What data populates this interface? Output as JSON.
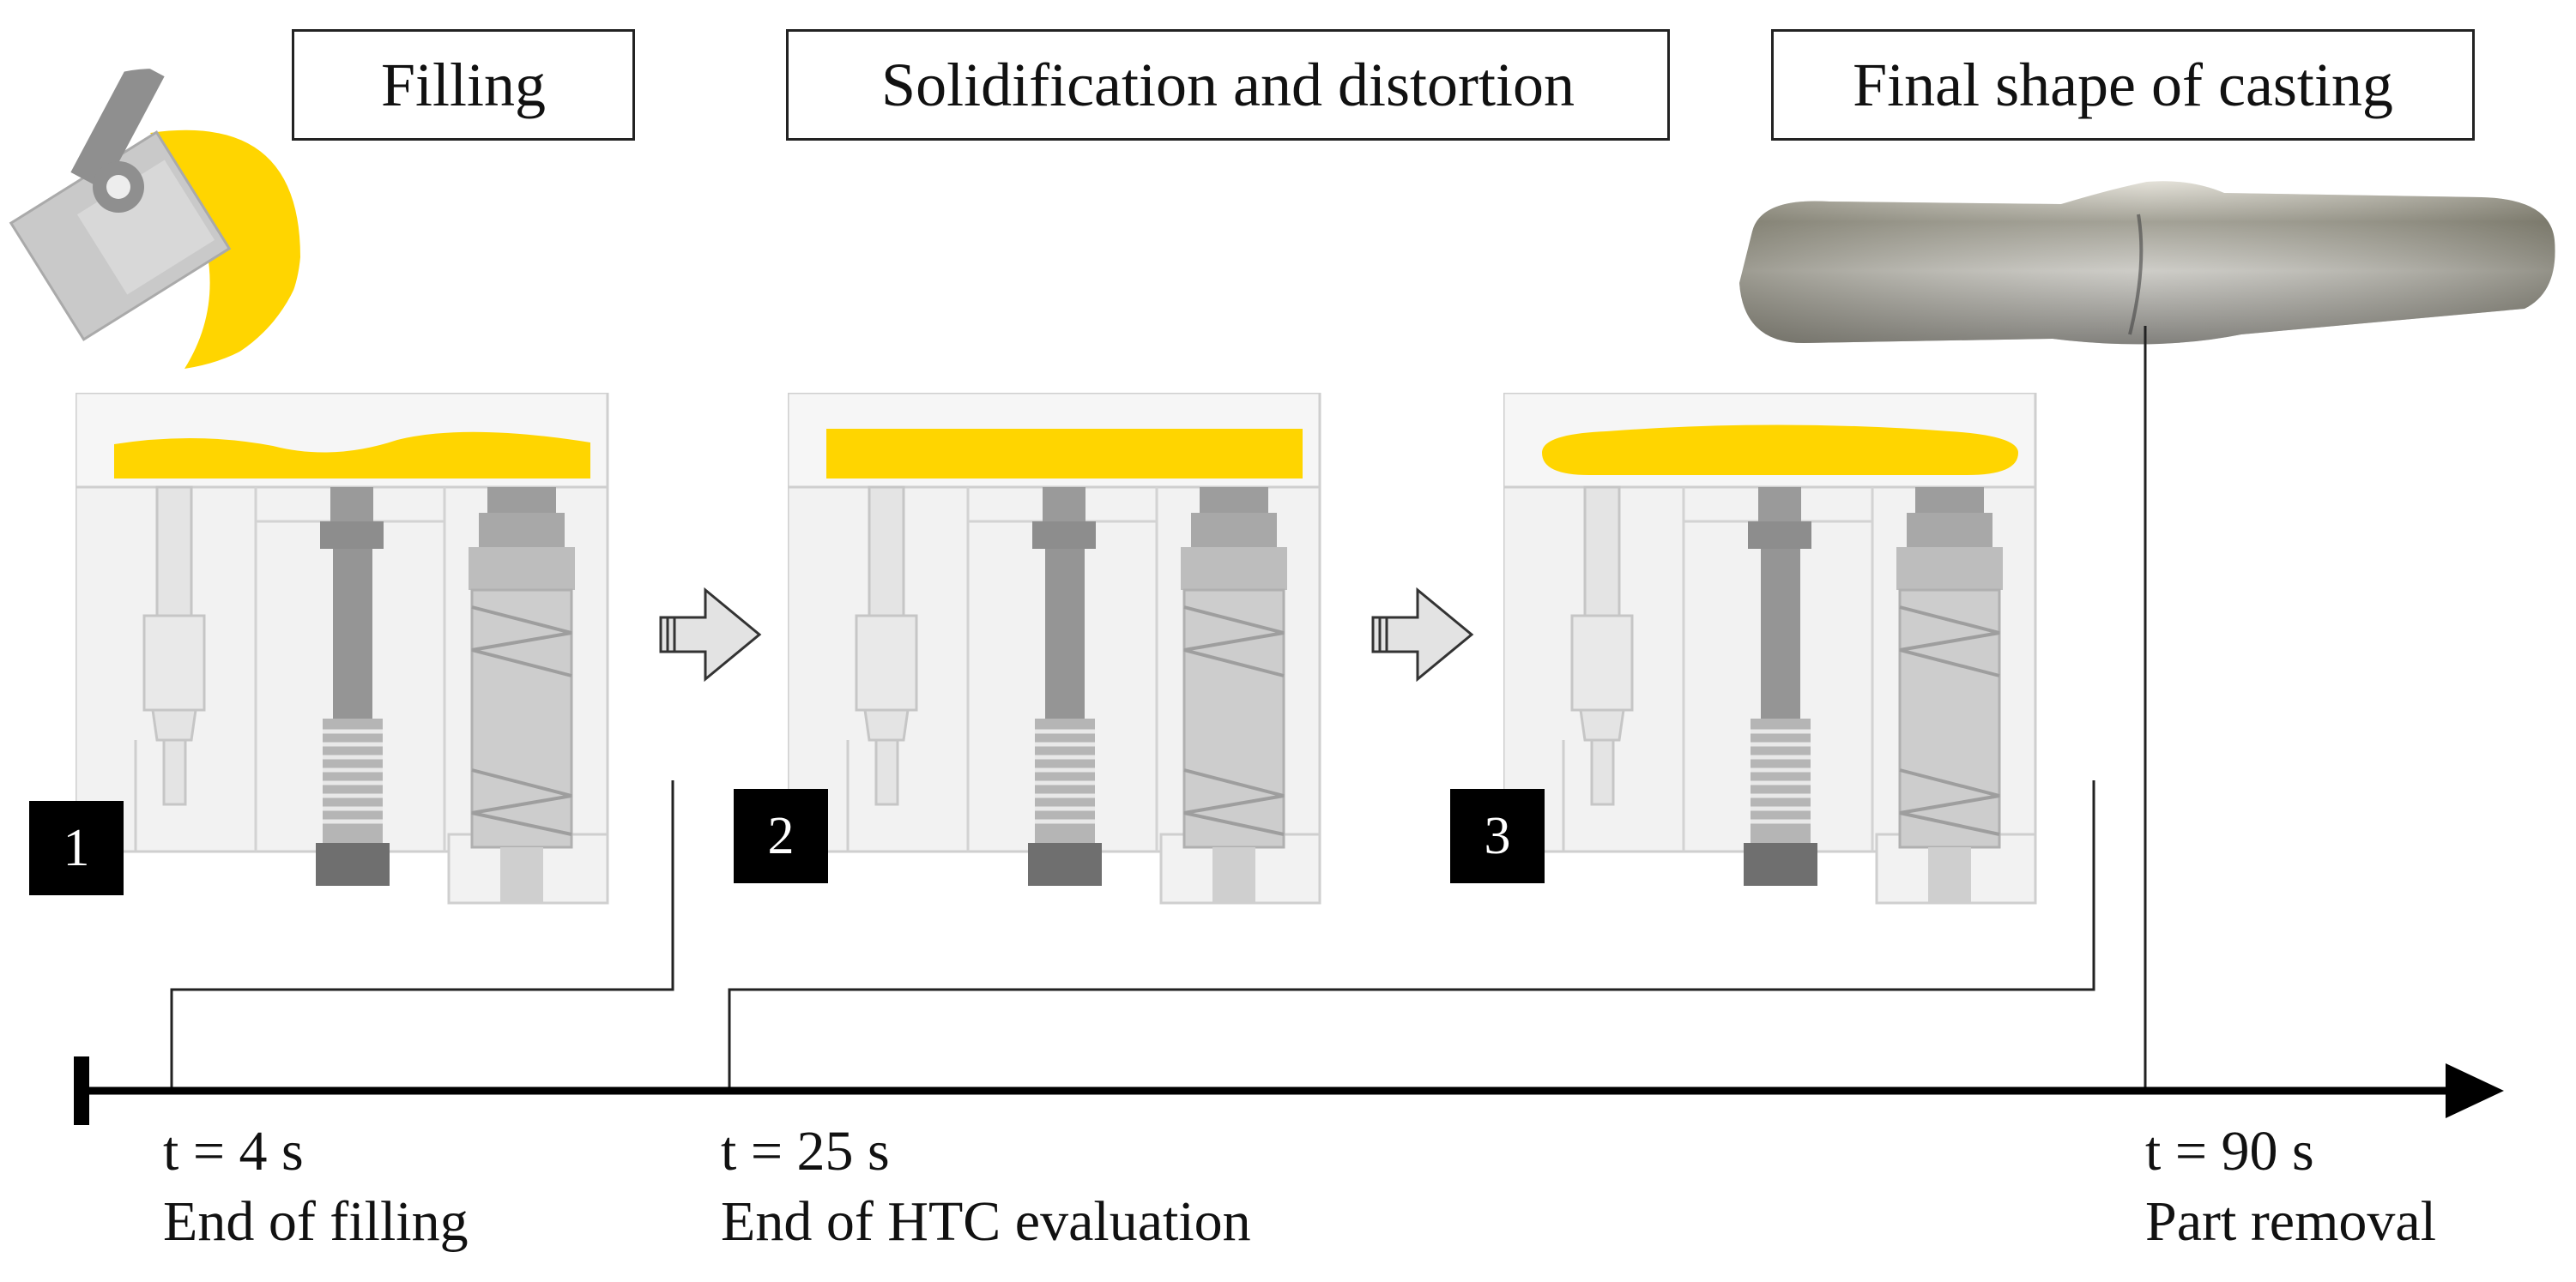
{
  "headers": {
    "filling": "Filling",
    "solidification": "Solidification and distortion",
    "final_shape": "Final shape of casting"
  },
  "steps": [
    {
      "badge": "1",
      "metal_profile": "wavy"
    },
    {
      "badge": "2",
      "metal_profile": "flat"
    },
    {
      "badge": "3",
      "metal_profile": "distorted"
    }
  ],
  "timeline": {
    "events": [
      {
        "time": "t = 4 s",
        "label": "End of filling"
      },
      {
        "time": "t = 25 s",
        "label": "End of HTC evaluation"
      },
      {
        "time": "t = 90 s",
        "label": "Part removal"
      }
    ]
  },
  "colors": {
    "molten_metal": "#ffd500",
    "die_fill": "#f2f2f2",
    "die_stroke": "#cfcfcf",
    "line": "#222222",
    "badge_bg": "#000000",
    "arrow_fill": "#e3e3e3"
  },
  "icons": [
    "ladle-pouring-icon",
    "next-step-arrow-icon",
    "timeline-arrow-icon"
  ]
}
